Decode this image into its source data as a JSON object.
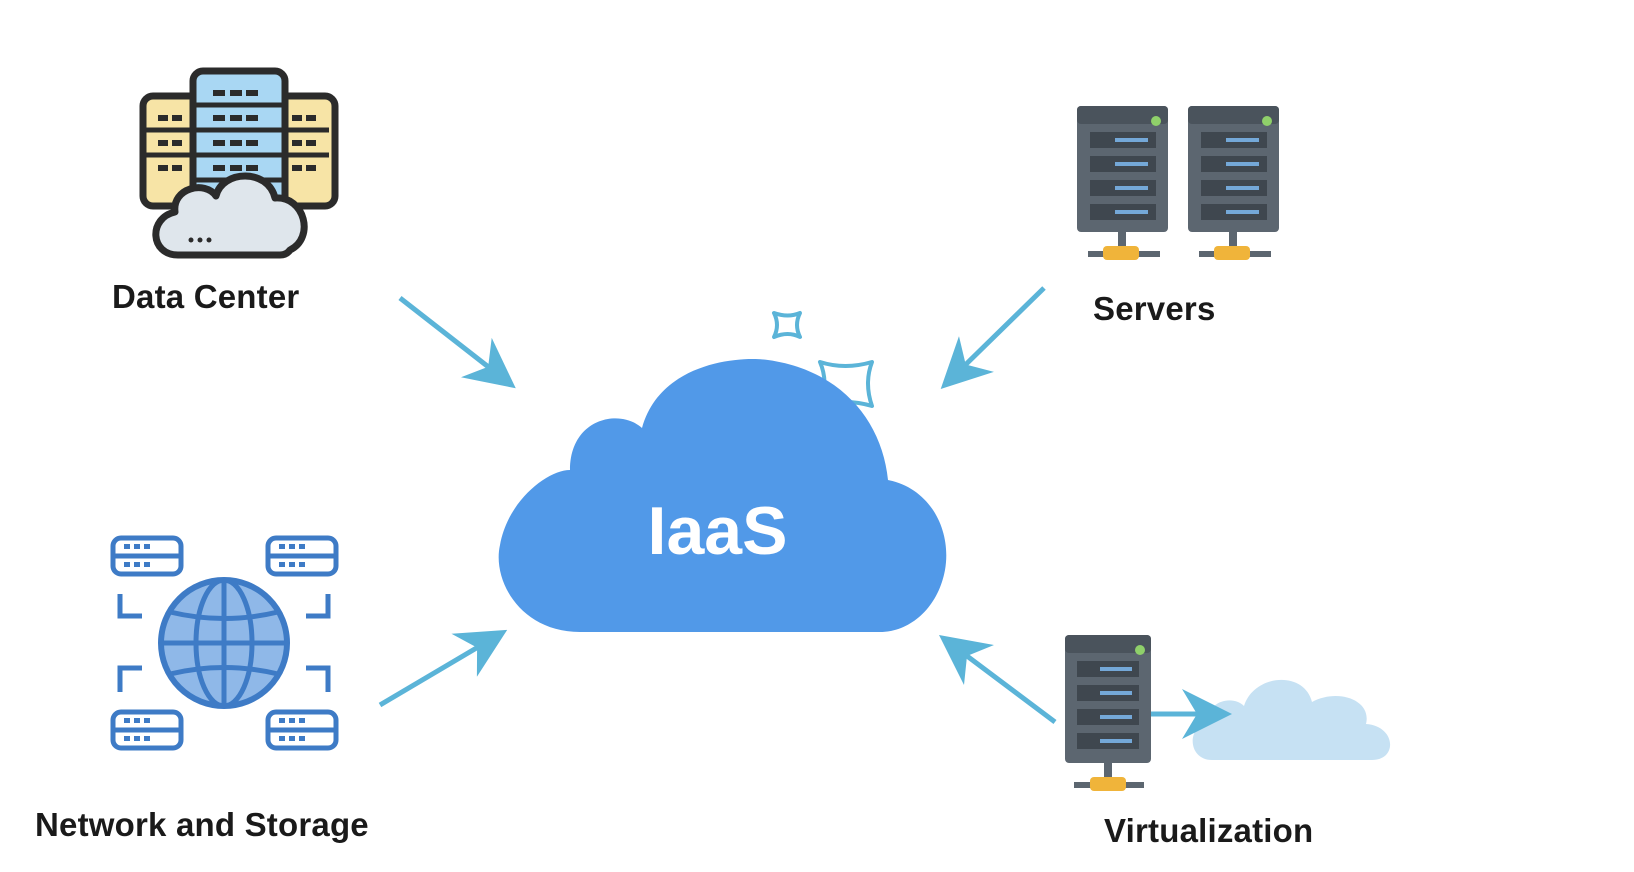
{
  "diagram": {
    "center": {
      "label": "IaaS"
    },
    "nodes": [
      {
        "id": "data-center",
        "label": "Data Center",
        "icon": "data-center-cloud-icon"
      },
      {
        "id": "servers",
        "label": "Servers",
        "icon": "server-rack-pair-icon"
      },
      {
        "id": "network-storage",
        "label": "Network and Storage",
        "icon": "globe-network-storage-icon"
      },
      {
        "id": "virtualization",
        "label": "Virtualization",
        "icon": "server-to-cloud-icon"
      }
    ],
    "colors": {
      "cloud": "#5199e8",
      "arrow": "#5bb4d8",
      "server_body": "#5c6670",
      "server_slot": "#74a8d8",
      "connector": "#f0b43a",
      "network_blue": "#3e7bc6",
      "dc_yellow": "#f7e4a6",
      "dc_blue": "#a9d7f3",
      "light_cloud": "#c6e1f3"
    }
  }
}
